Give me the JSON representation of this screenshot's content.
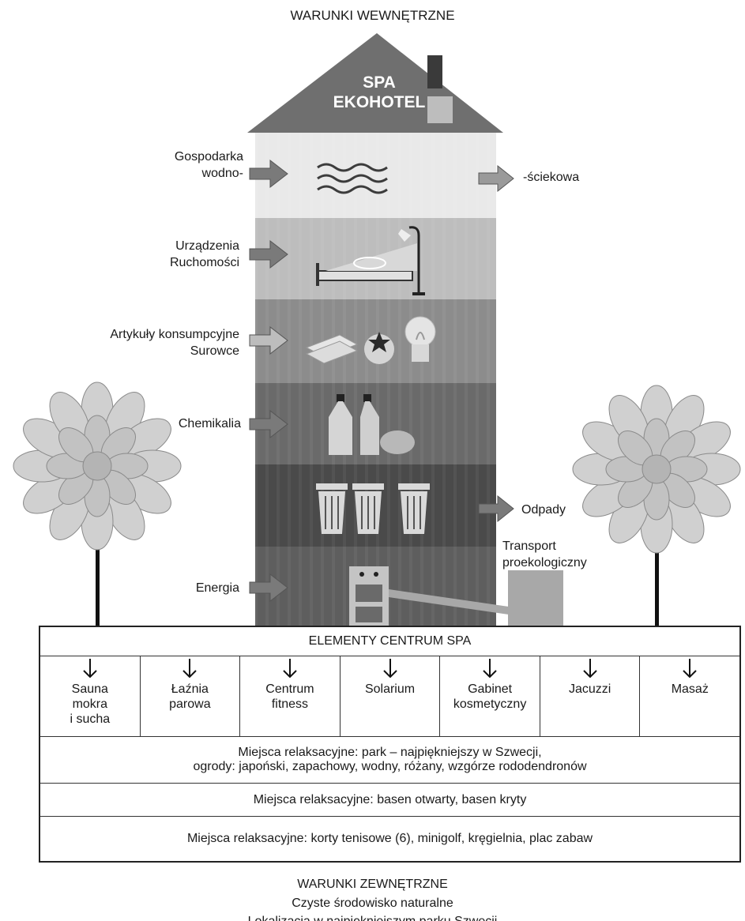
{
  "title_top": "WARUNKI WEWNĘTRZNE",
  "house": {
    "roof_line1": "SPA",
    "roof_line2": "EKOHOTEL"
  },
  "floors": {
    "water_left_line1": "Gospodarka",
    "water_left_line2": "wodno-",
    "water_right": "-ściekowa",
    "devices_line1": "Urządzenia",
    "devices_line2": "Ruchomości",
    "consumables_line1": "Artykuły konsumpcyjne",
    "consumables_line2": "Surowce",
    "chemicals": "Chemikalia",
    "waste": "Odpady",
    "transport_line1": "Transport",
    "transport_line2": "proekologiczny",
    "energy": "Energia"
  },
  "spa_center": {
    "header": "ELEMENTY CENTRUM SPA",
    "items": [
      {
        "lines": [
          "Sauna",
          "mokra",
          "i sucha"
        ]
      },
      {
        "lines": [
          "Łaźnia",
          "parowa"
        ]
      },
      {
        "lines": [
          "Centrum",
          "fitness"
        ]
      },
      {
        "lines": [
          "Solarium"
        ]
      },
      {
        "lines": [
          "Gabinet",
          "kosmetyczny"
        ]
      },
      {
        "lines": [
          "Jacuzzi"
        ]
      },
      {
        "lines": [
          "Masaż"
        ]
      }
    ],
    "row1_line1": "Miejsca relaksacyjne: park – najpiękniejszy w Szwecji,",
    "row1_line2": "ogrody: japoński, zapachowy, wodny, różany, wzgórze rododendronów",
    "row2": "Miejsca relaksacyjne: basen otwarty, basen kryty",
    "row3": "Miejsca relaksacyjne: korty tenisowe (6), minigolf, kręgielnia, plac zabaw"
  },
  "bottom": {
    "title": "WARUNKI ZEWNĘTRZNE",
    "line1": "Czyste środowisko naturalne",
    "line2": "Lokalizacja w najpiękniejszym parku Szwecji"
  }
}
